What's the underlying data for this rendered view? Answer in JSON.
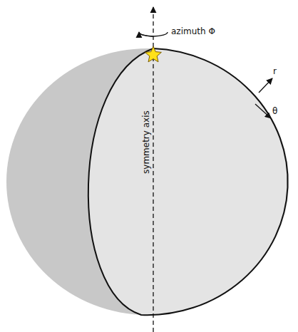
{
  "diagram": {
    "labels": [
      "azimuth Φ",
      "r",
      "θ",
      "symmetry axis"
    ]
  }
}
